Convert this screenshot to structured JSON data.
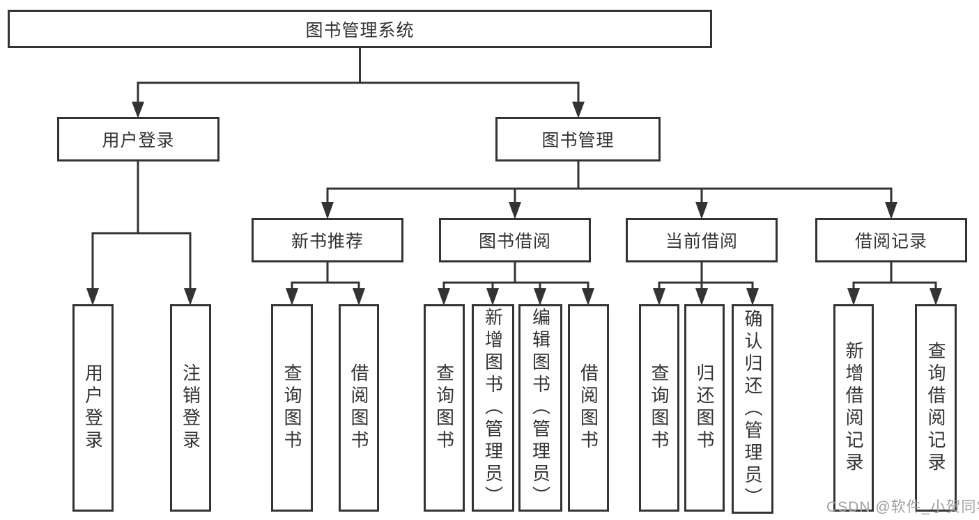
{
  "diagram": {
    "root": {
      "label": "图书管理系统",
      "children": [
        {
          "label": "用户登录",
          "children": [
            {
              "label": "用户登录"
            },
            {
              "label": "注销登录"
            }
          ]
        },
        {
          "label": "图书管理",
          "children": [
            {
              "label": "新书推荐",
              "children": [
                {
                  "label": "查询图书"
                },
                {
                  "label": "借阅图书"
                }
              ]
            },
            {
              "label": "图书借阅",
              "children": [
                {
                  "label": "查询图书"
                },
                {
                  "label": "新增图书（管理员）"
                },
                {
                  "label": "编辑图书（管理员）"
                },
                {
                  "label": "借阅图书"
                }
              ]
            },
            {
              "label": "当前借阅",
              "children": [
                {
                  "label": "查询图书"
                },
                {
                  "label": "归还图书"
                },
                {
                  "label": "确认归还（管理员）"
                }
              ]
            },
            {
              "label": "借阅记录",
              "children": [
                {
                  "label": "新增借阅记录"
                },
                {
                  "label": "查询借阅记录"
                }
              ]
            }
          ]
        }
      ]
    }
  },
  "watermark": {
    "text": "CSDN @软件_小贺同学"
  },
  "colors": {
    "line": "#333333",
    "box_border": "#333333",
    "text": "#333333",
    "watermark": "#9f9f9f",
    "background": "#ffffff"
  }
}
